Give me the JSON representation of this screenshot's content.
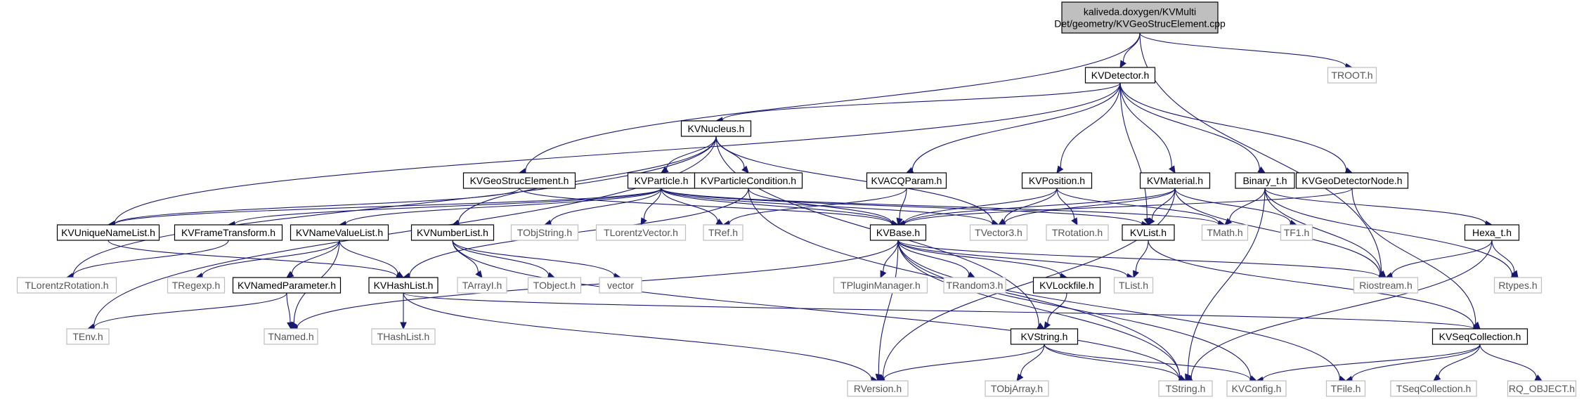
{
  "diagram": {
    "nodes": [
      {
        "id": "root",
        "label": "kaliveda.doxygen/KVMulti\nDet/geometry/KVGeoStrucElement.cpp",
        "kind": "root"
      },
      {
        "id": "KVDetector",
        "label": "KVDetector.h",
        "kind": "doc"
      },
      {
        "id": "TROOT",
        "label": "TROOT.h",
        "kind": "ext"
      },
      {
        "id": "KVNucleus",
        "label": "KVNucleus.h",
        "kind": "doc"
      },
      {
        "id": "KVGeoStrucElement",
        "label": "KVGeoStrucElement.h",
        "kind": "doc"
      },
      {
        "id": "KVParticle",
        "label": "KVParticle.h",
        "kind": "doc"
      },
      {
        "id": "KVParticleCondition",
        "label": "KVParticleCondition.h",
        "kind": "doc"
      },
      {
        "id": "KVACQParam",
        "label": "KVACQParam.h",
        "kind": "doc"
      },
      {
        "id": "KVPosition",
        "label": "KVPosition.h",
        "kind": "doc"
      },
      {
        "id": "KVMaterial",
        "label": "KVMaterial.h",
        "kind": "doc"
      },
      {
        "id": "Binary_t",
        "label": "Binary_t.h",
        "kind": "doc"
      },
      {
        "id": "KVGeoDetectorNode",
        "label": "KVGeoDetectorNode.h",
        "kind": "doc"
      },
      {
        "id": "KVUniqueNameList",
        "label": "KVUniqueNameList.h",
        "kind": "doc"
      },
      {
        "id": "KVFrameTransform",
        "label": "KVFrameTransform.h",
        "kind": "doc"
      },
      {
        "id": "KVNameValueList",
        "label": "KVNameValueList.h",
        "kind": "doc"
      },
      {
        "id": "KVNumberList",
        "label": "KVNumberList.h",
        "kind": "doc"
      },
      {
        "id": "TObjString",
        "label": "TObjString.h",
        "kind": "ext"
      },
      {
        "id": "TLorentzVector",
        "label": "TLorentzVector.h",
        "kind": "ext"
      },
      {
        "id": "TRef",
        "label": "TRef.h",
        "kind": "ext"
      },
      {
        "id": "KVBase",
        "label": "KVBase.h",
        "kind": "doc"
      },
      {
        "id": "TVector3",
        "label": "TVector3.h",
        "kind": "ext"
      },
      {
        "id": "TRotation",
        "label": "TRotation.h",
        "kind": "ext"
      },
      {
        "id": "KVList",
        "label": "KVList.h",
        "kind": "doc"
      },
      {
        "id": "TMath",
        "label": "TMath.h",
        "kind": "ext"
      },
      {
        "id": "TF1",
        "label": "TF1.h",
        "kind": "ext"
      },
      {
        "id": "Hexa_t",
        "label": "Hexa_t.h",
        "kind": "doc"
      },
      {
        "id": "TLorentzRotation",
        "label": "TLorentzRotation.h",
        "kind": "ext"
      },
      {
        "id": "TRegexp",
        "label": "TRegexp.h",
        "kind": "ext"
      },
      {
        "id": "KVNamedParameter",
        "label": "KVNamedParameter.h",
        "kind": "doc"
      },
      {
        "id": "KVHashList",
        "label": "KVHashList.h",
        "kind": "doc"
      },
      {
        "id": "TArrayI",
        "label": "TArrayI.h",
        "kind": "ext"
      },
      {
        "id": "TObject",
        "label": "TObject.h",
        "kind": "ext"
      },
      {
        "id": "vector",
        "label": "vector",
        "kind": "ext"
      },
      {
        "id": "TPluginManager",
        "label": "TPluginManager.h",
        "kind": "ext"
      },
      {
        "id": "TRandom3",
        "label": "TRandom3.h",
        "kind": "ext"
      },
      {
        "id": "KVLockfile",
        "label": "KVLockfile.h",
        "kind": "doc"
      },
      {
        "id": "TList",
        "label": "TList.h",
        "kind": "ext"
      },
      {
        "id": "Riostream",
        "label": "Riostream.h",
        "kind": "ext"
      },
      {
        "id": "Rtypes",
        "label": "Rtypes.h",
        "kind": "ext"
      },
      {
        "id": "TEnv",
        "label": "TEnv.h",
        "kind": "ext"
      },
      {
        "id": "TNamed",
        "label": "TNamed.h",
        "kind": "ext"
      },
      {
        "id": "THashList",
        "label": "THashList.h",
        "kind": "ext"
      },
      {
        "id": "KVString",
        "label": "KVString.h",
        "kind": "doc"
      },
      {
        "id": "KVSeqCollection",
        "label": "KVSeqCollection.h",
        "kind": "doc"
      },
      {
        "id": "RVersion",
        "label": "RVersion.h",
        "kind": "ext"
      },
      {
        "id": "TObjArray",
        "label": "TObjArray.h",
        "kind": "ext"
      },
      {
        "id": "TString",
        "label": "TString.h",
        "kind": "ext"
      },
      {
        "id": "KVConfig",
        "label": "KVConfig.h",
        "kind": "ext"
      },
      {
        "id": "TFile",
        "label": "TFile.h",
        "kind": "ext"
      },
      {
        "id": "TSeqCollection",
        "label": "TSeqCollection.h",
        "kind": "ext"
      },
      {
        "id": "RQ_OBJECT",
        "label": "RQ_OBJECT.h",
        "kind": "ext"
      }
    ],
    "edges": [
      [
        "root",
        "KVDetector"
      ],
      [
        "root",
        "TROOT"
      ],
      [
        "root",
        "KVGeoStrucElement"
      ],
      [
        "root",
        "Riostream"
      ],
      [
        "KVDetector",
        "KVNucleus"
      ],
      [
        "KVDetector",
        "KVACQParam"
      ],
      [
        "KVDetector",
        "KVPosition"
      ],
      [
        "KVDetector",
        "KVMaterial"
      ],
      [
        "KVDetector",
        "Binary_t"
      ],
      [
        "KVDetector",
        "KVGeoDetectorNode"
      ],
      [
        "KVDetector",
        "KVList"
      ],
      [
        "KVDetector",
        "KVUniqueNameList"
      ],
      [
        "KVNucleus",
        "KVParticle"
      ],
      [
        "KVNucleus",
        "KVParticleCondition"
      ],
      [
        "KVNucleus",
        "KVNumberList"
      ],
      [
        "KVNucleus",
        "TLorentzRotation"
      ],
      [
        "KVNucleus",
        "TEnv"
      ],
      [
        "KVNucleus",
        "TVector3"
      ],
      [
        "KVNucleus",
        "KVString"
      ],
      [
        "KVGeoStrucElement",
        "KVBase"
      ],
      [
        "KVGeoStrucElement",
        "KVUniqueNameList"
      ],
      [
        "KVParticle",
        "KVUniqueNameList"
      ],
      [
        "KVParticle",
        "KVFrameTransform"
      ],
      [
        "KVParticle",
        "KVNameValueList"
      ],
      [
        "KVParticle",
        "TObjString"
      ],
      [
        "KVParticle",
        "TLorentzVector"
      ],
      [
        "KVParticle",
        "TRef"
      ],
      [
        "KVParticle",
        "KVBase"
      ],
      [
        "KVParticle",
        "TVector3"
      ],
      [
        "KVParticle",
        "KVList"
      ],
      [
        "KVParticle",
        "TMath"
      ],
      [
        "KVParticleCondition",
        "KVBase"
      ],
      [
        "KVParticleCondition",
        "KVHashList"
      ],
      [
        "KVParticleCondition",
        "TString"
      ],
      [
        "KVACQParam",
        "KVBase"
      ],
      [
        "KVACQParam",
        "TRef"
      ],
      [
        "KVPosition",
        "KVBase"
      ],
      [
        "KVPosition",
        "TVector3"
      ],
      [
        "KVPosition",
        "TRotation"
      ],
      [
        "KVPosition",
        "TMath"
      ],
      [
        "KVMaterial",
        "KVBase"
      ],
      [
        "KVMaterial",
        "TVector3"
      ],
      [
        "KVMaterial",
        "KVList"
      ],
      [
        "KVMaterial",
        "TF1"
      ],
      [
        "KVMaterial",
        "RVersion"
      ],
      [
        "KVMaterial",
        "Riostream"
      ],
      [
        "Binary_t",
        "TMath"
      ],
      [
        "Binary_t",
        "Hexa_t"
      ],
      [
        "Binary_t",
        "Riostream"
      ],
      [
        "Binary_t",
        "Rtypes"
      ],
      [
        "Binary_t",
        "TString"
      ],
      [
        "KVGeoDetectorNode",
        "KVBase"
      ],
      [
        "KVGeoDetectorNode",
        "KVSeqCollection"
      ],
      [
        "KVUniqueNameList",
        "KVHashList"
      ],
      [
        "KVFrameTransform",
        "TLorentzRotation"
      ],
      [
        "KVNameValueList",
        "KVNamedParameter"
      ],
      [
        "KVNameValueList",
        "KVHashList"
      ],
      [
        "KVNameValueList",
        "TRegexp"
      ],
      [
        "KVNameValueList",
        "TNamed"
      ],
      [
        "KVNumberList",
        "TArrayI"
      ],
      [
        "KVNumberList",
        "TObject"
      ],
      [
        "KVNumberList",
        "vector"
      ],
      [
        "KVNumberList",
        "TString"
      ],
      [
        "KVBase",
        "TNamed"
      ],
      [
        "KVBase",
        "TPluginManager"
      ],
      [
        "KVBase",
        "TRandom3"
      ],
      [
        "KVBase",
        "KVLockfile"
      ],
      [
        "KVBase",
        "TList"
      ],
      [
        "KVBase",
        "Riostream"
      ],
      [
        "KVBase",
        "RVersion"
      ],
      [
        "KVBase",
        "TString"
      ],
      [
        "KVBase",
        "KVConfig"
      ],
      [
        "KVBase",
        "TFile"
      ],
      [
        "KVList",
        "TList"
      ],
      [
        "KVList",
        "KVSeqCollection"
      ],
      [
        "Hexa_t",
        "Riostream"
      ],
      [
        "Hexa_t",
        "Rtypes"
      ],
      [
        "Hexa_t",
        "TString"
      ],
      [
        "KVNamedParameter",
        "TNamed"
      ],
      [
        "KVNamedParameter",
        "TEnv"
      ],
      [
        "KVHashList",
        "THashList"
      ],
      [
        "KVHashList",
        "KVSeqCollection"
      ],
      [
        "KVHashList",
        "RVersion"
      ],
      [
        "KVLockfile",
        "KVString"
      ],
      [
        "KVString",
        "RVersion"
      ],
      [
        "KVString",
        "TObjArray"
      ],
      [
        "KVString",
        "TString"
      ],
      [
        "KVString",
        "KVConfig"
      ],
      [
        "KVSeqCollection",
        "KVConfig"
      ],
      [
        "KVSeqCollection",
        "TFile"
      ],
      [
        "KVSeqCollection",
        "TSeqCollection"
      ],
      [
        "KVSeqCollection",
        "RQ_OBJECT"
      ]
    ]
  }
}
